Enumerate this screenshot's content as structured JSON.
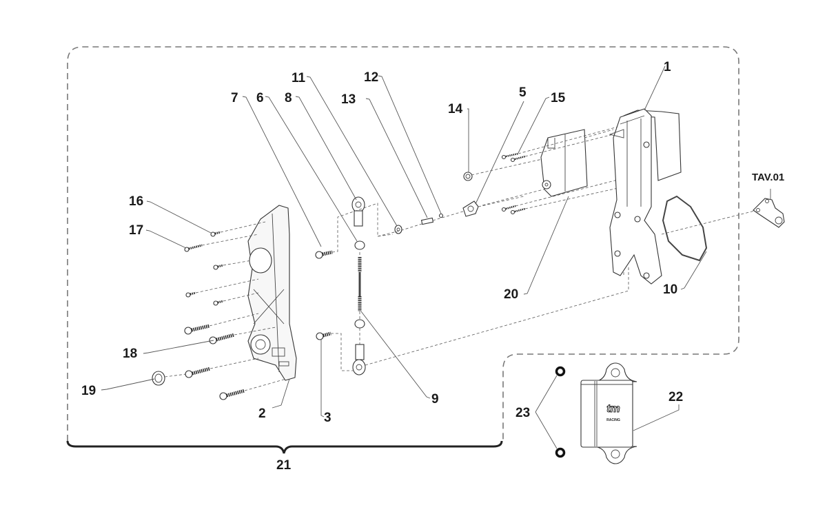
{
  "diagram": {
    "type": "exploded-parts-diagram",
    "brand_logo_text": "tm",
    "brand_sub_text": "RACING",
    "callouts": [
      {
        "id": "1",
        "label": "1",
        "part": "main-housing-bracket"
      },
      {
        "id": "2",
        "label": "2",
        "part": "side-cover"
      },
      {
        "id": "3",
        "label": "3",
        "part": "button-head-screw"
      },
      {
        "id": "5",
        "label": "5",
        "part": "linkage-lever"
      },
      {
        "id": "6",
        "label": "6",
        "part": "nut"
      },
      {
        "id": "7",
        "label": "7",
        "part": "button-head-screw"
      },
      {
        "id": "8",
        "label": "8",
        "part": "rod-end-upper"
      },
      {
        "id": "9",
        "label": "9",
        "part": "threaded-rod"
      },
      {
        "id": "10",
        "label": "10",
        "part": "gasket"
      },
      {
        "id": "11",
        "label": "11",
        "part": "washer"
      },
      {
        "id": "12",
        "label": "12",
        "part": "pin"
      },
      {
        "id": "13",
        "label": "13",
        "part": "bushing"
      },
      {
        "id": "14",
        "label": "14",
        "part": "washer-small"
      },
      {
        "id": "15",
        "label": "15",
        "part": "screws"
      },
      {
        "id": "16",
        "label": "16",
        "part": "short-screw"
      },
      {
        "id": "17",
        "label": "17",
        "part": "long-screw"
      },
      {
        "id": "18",
        "label": "18",
        "part": "cap-screws"
      },
      {
        "id": "19",
        "label": "19",
        "part": "plug"
      },
      {
        "id": "20",
        "label": "20",
        "part": "servo-actuator"
      },
      {
        "id": "21",
        "label": "21",
        "part": "assembly-group"
      },
      {
        "id": "22",
        "label": "22",
        "part": "control-unit"
      },
      {
        "id": "23",
        "label": "23",
        "part": "o-rings"
      },
      {
        "id": "TAV01",
        "label": "TAV.01",
        "part": "reference-bracket"
      }
    ]
  }
}
